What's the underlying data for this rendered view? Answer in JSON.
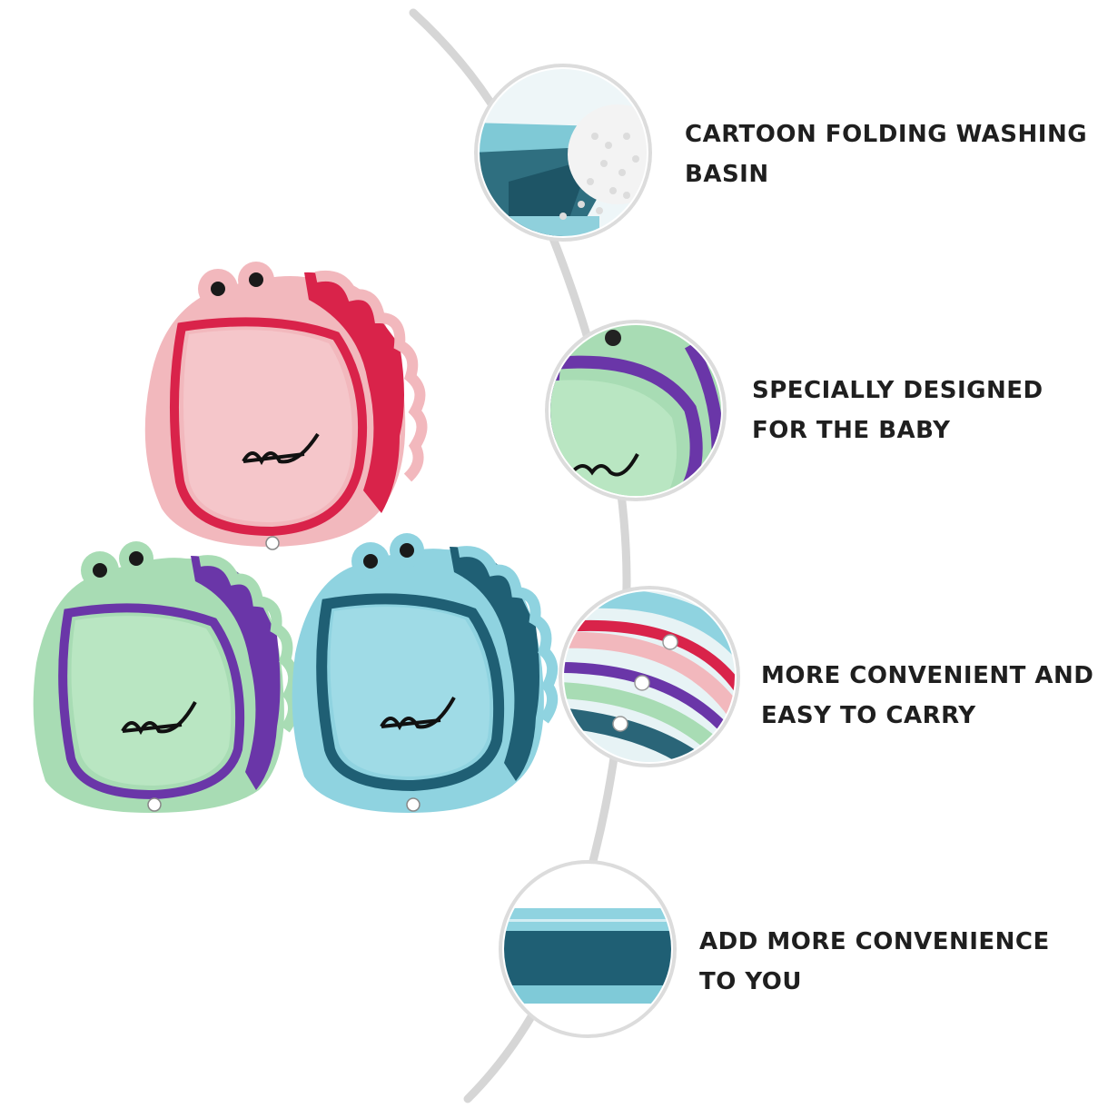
{
  "features": [
    {
      "line1": "CARTOON FOLDING WASHING",
      "line2": "BASIN"
    },
    {
      "line1": "SPECIALLY DESIGNED",
      "line2": "FOR THE BABY"
    },
    {
      "line1": "MORE CONVENIENT AND",
      "line2": "EASY TO CARRY"
    },
    {
      "line1": "ADD MORE CONVENIENCE",
      "line2": "TO YOU"
    }
  ],
  "colors": {
    "background": "#ffffff",
    "connector_line": "#d6d6d6",
    "circle_ring": "#dcdcdc",
    "pink_basin": "#f2b8bd",
    "pink_rim": "#d9234a",
    "green_basin": "#a8dcb4",
    "green_rim": "#6a36a8",
    "blue_basin": "#8fd3e0",
    "blue_rim": "#1f5f74",
    "text": "#1f1f1f"
  },
  "icons": [
    "pink-basin-image",
    "green-basin-image",
    "blue-basin-image",
    "basin-detail-photo"
  ]
}
